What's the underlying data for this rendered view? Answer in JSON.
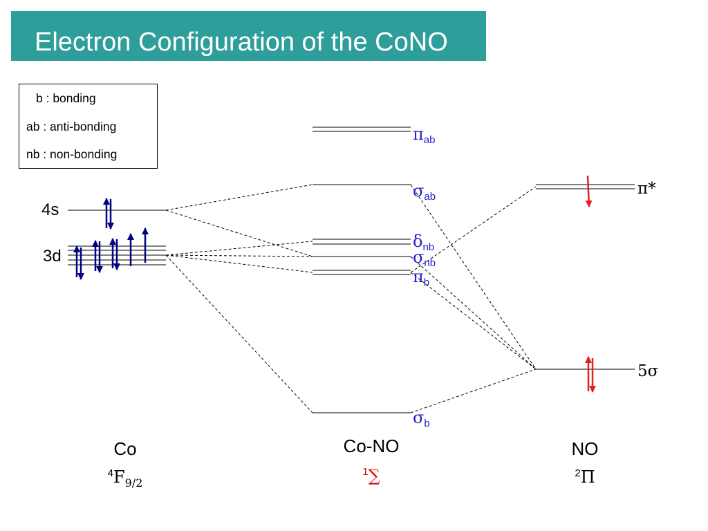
{
  "title": "Electron Configuration of the CoNO",
  "legend": [
    "b : bonding",
    "ab : anti-bonding",
    "nb : non-bonding"
  ],
  "co": {
    "label": "Co",
    "term": {
      "mult": "4",
      "symbol": "F",
      "sub": "9/2"
    },
    "orbitals": [
      {
        "label": "4s",
        "electrons": [
          "up",
          "down"
        ]
      },
      {
        "label": "3d",
        "electrons": [
          "paired",
          "paired",
          "paired",
          "up",
          "up"
        ]
      }
    ]
  },
  "complex": {
    "label": "Co-NO",
    "term": {
      "mult": "1",
      "symbol": "∑"
    },
    "orbitals": [
      {
        "sym": "π",
        "sub": "ab"
      },
      {
        "sym": "σ",
        "sub": "ab"
      },
      {
        "sym": "δ",
        "sub": "nb"
      },
      {
        "sym": "σ",
        "sub": "nb"
      },
      {
        "sym": "π",
        "sub": "b"
      },
      {
        "sym": "σ",
        "sub": "b"
      }
    ]
  },
  "no": {
    "label": "NO",
    "term": {
      "mult": "2",
      "symbol": "Π"
    },
    "orbitals": [
      {
        "label": "π*",
        "electrons": [
          "down"
        ]
      },
      {
        "label": "5σ",
        "electrons": [
          "paired"
        ]
      }
    ]
  },
  "colors": {
    "banner": "#2e9e9a",
    "co_electrons": "#000080",
    "no_electrons": "#e02020",
    "mo_labels": "#2222cc",
    "term_complex": "#dd0000"
  }
}
